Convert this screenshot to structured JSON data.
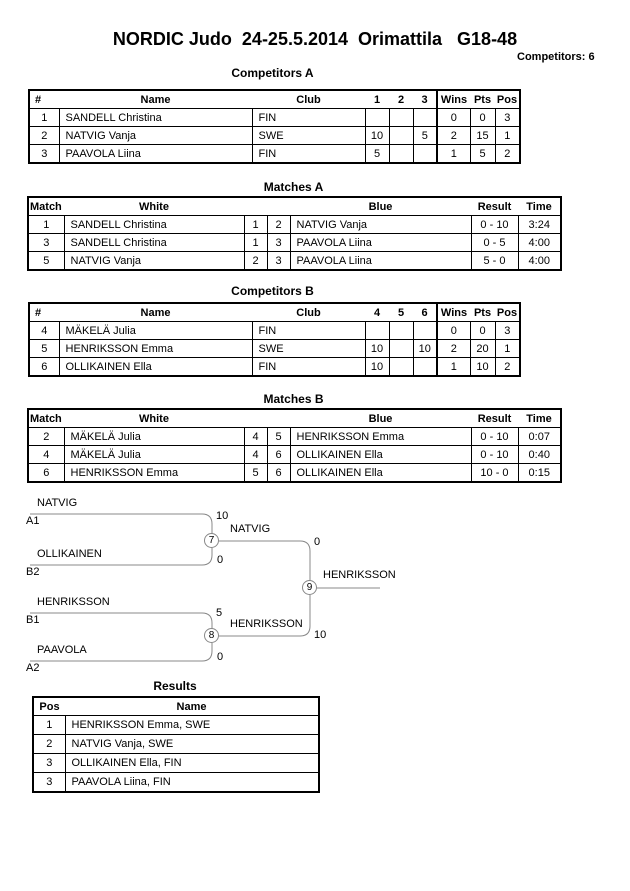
{
  "page": {
    "title": "NORDIC Judo  24-25.5.2014  Orimattila   G18-48",
    "competitors_count": "Competitors: 6"
  },
  "colors": {
    "background": "#ffffff",
    "text": "#000000",
    "table_border": "#000000",
    "bracket_line": "#888888"
  },
  "competitors_a": {
    "heading": "Competitors A",
    "headers": [
      "#",
      "Name",
      "Club",
      "1",
      "2",
      "3",
      "Wins",
      "Pts",
      "Pos"
    ],
    "rows": [
      {
        "num": "1",
        "name": "SANDELL Christina",
        "club": "FIN",
        "c1": "",
        "c2": "",
        "c3": "",
        "wins": "0",
        "pts": "0",
        "pos": "3"
      },
      {
        "num": "2",
        "name": "NATVIG Vanja",
        "club": "SWE",
        "c1": "10",
        "c2": "",
        "c3": "5",
        "wins": "2",
        "pts": "15",
        "pos": "1"
      },
      {
        "num": "3",
        "name": "PAAVOLA Liina",
        "club": "FIN",
        "c1": "5",
        "c2": "",
        "c3": "",
        "wins": "1",
        "pts": "5",
        "pos": "2"
      }
    ]
  },
  "matches_a": {
    "heading": "Matches A",
    "headers": [
      "Match",
      "White",
      "Blue",
      "Result",
      "Time"
    ],
    "rows": [
      {
        "match": "1",
        "white": "SANDELL Christina",
        "wnum": "1",
        "bnum": "2",
        "blue": "NATVIG Vanja",
        "result": "0 - 10",
        "time": "3:24"
      },
      {
        "match": "3",
        "white": "SANDELL Christina",
        "wnum": "1",
        "bnum": "3",
        "blue": "PAAVOLA Liina",
        "result": "0 - 5",
        "time": "4:00"
      },
      {
        "match": "5",
        "white": "NATVIG Vanja",
        "wnum": "2",
        "bnum": "3",
        "blue": "PAAVOLA Liina",
        "result": "5 - 0",
        "time": "4:00"
      }
    ]
  },
  "competitors_b": {
    "heading": "Competitors B",
    "headers": [
      "#",
      "Name",
      "Club",
      "4",
      "5",
      "6",
      "Wins",
      "Pts",
      "Pos"
    ],
    "rows": [
      {
        "num": "4",
        "name": "MÄKELÄ Julia",
        "club": "FIN",
        "c1": "",
        "c2": "",
        "c3": "",
        "wins": "0",
        "pts": "0",
        "pos": "3"
      },
      {
        "num": "5",
        "name": "HENRIKSSON Emma",
        "club": "SWE",
        "c1": "10",
        "c2": "",
        "c3": "10",
        "wins": "2",
        "pts": "20",
        "pos": "1"
      },
      {
        "num": "6",
        "name": "OLLIKAINEN Ella",
        "club": "FIN",
        "c1": "10",
        "c2": "",
        "c3": "",
        "wins": "1",
        "pts": "10",
        "pos": "2"
      }
    ]
  },
  "matches_b": {
    "heading": "Matches B",
    "headers": [
      "Match",
      "White",
      "Blue",
      "Result",
      "Time"
    ],
    "rows": [
      {
        "match": "2",
        "white": "MÄKELÄ Julia",
        "wnum": "4",
        "bnum": "5",
        "blue": "HENRIKSSON Emma",
        "result": "0 - 10",
        "time": "0:07"
      },
      {
        "match": "4",
        "white": "MÄKELÄ Julia",
        "wnum": "4",
        "bnum": "6",
        "blue": "OLLIKAINEN Ella",
        "result": "0 - 10",
        "time": "0:40"
      },
      {
        "match": "6",
        "white": "HENRIKSSON Emma",
        "wnum": "5",
        "bnum": "6",
        "blue": "OLLIKAINEN Ella",
        "result": "10 - 0",
        "time": "0:15"
      }
    ]
  },
  "bracket": {
    "semi1": {
      "top_name": "NATVIG",
      "top_seed": "A1",
      "top_score": "10",
      "bottom_name": "OLLIKAINEN",
      "bottom_seed": "B2",
      "bottom_score": "0",
      "match_no": "7",
      "winner": "NATVIG",
      "winner_score": "0"
    },
    "semi2": {
      "top_name": "HENRIKSSON",
      "top_seed": "B1",
      "top_score": "5",
      "bottom_name": "PAAVOLA",
      "bottom_seed": "A2",
      "bottom_score": "0",
      "match_no": "8",
      "winner": "HENRIKSSON",
      "winner_score": "10"
    },
    "final": {
      "match_no": "9",
      "winner": "HENRIKSSON"
    }
  },
  "results": {
    "heading": "Results",
    "headers": [
      "Pos",
      "Name"
    ],
    "rows": [
      {
        "pos": "1",
        "name": "HENRIKSSON Emma, SWE"
      },
      {
        "pos": "2",
        "name": "NATVIG Vanja, SWE"
      },
      {
        "pos": "3",
        "name": "OLLIKAINEN Ella, FIN"
      },
      {
        "pos": "3",
        "name": "PAAVOLA Liina, FIN"
      }
    ]
  }
}
